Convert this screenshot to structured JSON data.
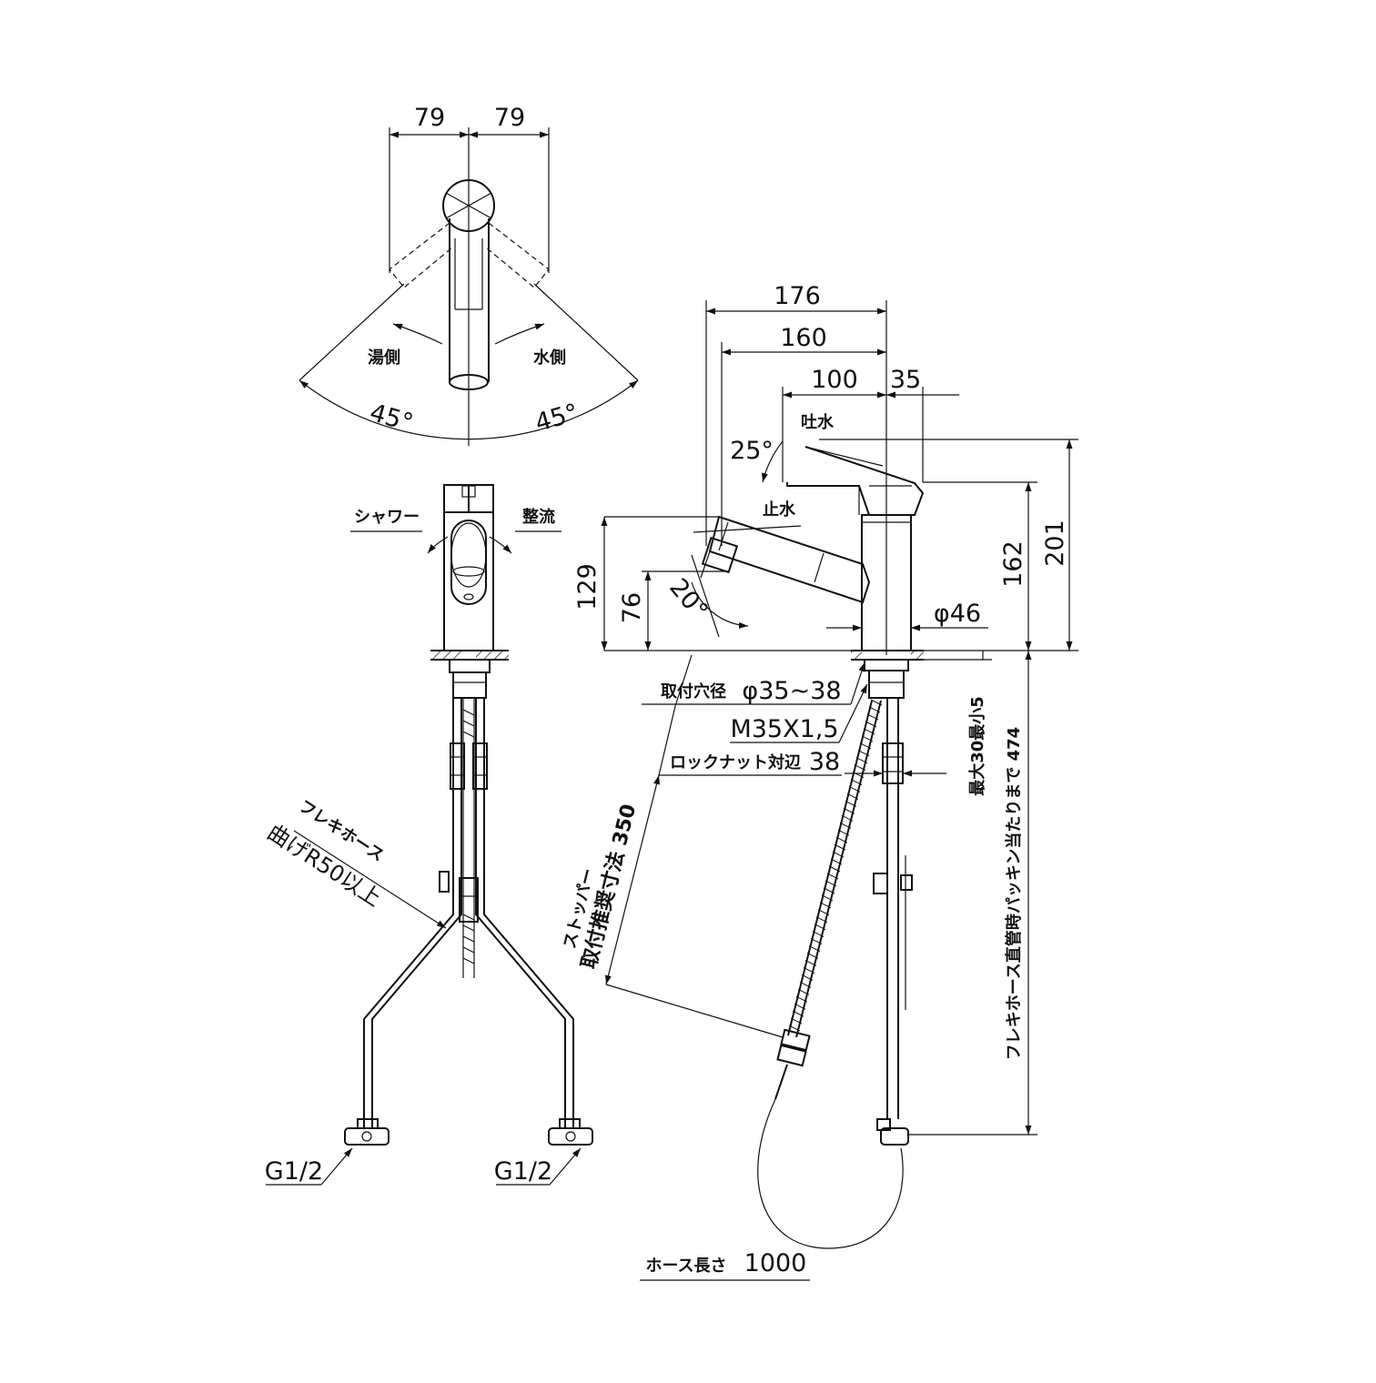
{
  "colors": {
    "ink": "#111111",
    "paper": "#ffffff"
  },
  "top_view": {
    "dims": {
      "left_width": "79",
      "right_width": "79"
    },
    "labels": {
      "hot_side": "湯側",
      "cold_side": "水側"
    },
    "angles": {
      "left": "45°",
      "right": "45°"
    }
  },
  "front_view": {
    "labels": {
      "shower": "シャワー",
      "rectify": "整流"
    },
    "hose_note": {
      "line1": "フレキホース",
      "line2": "曲げR50以上"
    },
    "thread_left": "G1/2",
    "thread_right": "G1/2"
  },
  "side_view": {
    "dims": {
      "d176": "176",
      "d160": "160",
      "d100": "100",
      "d35": "35",
      "d201": "201",
      "d162": "162",
      "d129": "129",
      "d76": "76",
      "dia46": "φ46",
      "max_thickness": "最大30最小5",
      "hose_to_packing": "フレキホース直管時パッキン当たりまで 474"
    },
    "angles": {
      "spout_tilt": "25°",
      "head_tilt": "20°"
    },
    "labels": {
      "spout_water": "吐水",
      "stop_water": "止水",
      "mount_hole": "取付穴径",
      "mount_hole_value": "φ35~38",
      "thread": "M35X1,5",
      "locknut": "ロックナット対辺",
      "locknut_value": "38",
      "stopper_line1": "ストッパー",
      "stopper_line2": "取付推奨寸法 350",
      "hose_length": "ホース長さ",
      "hose_length_value": "1000"
    }
  }
}
